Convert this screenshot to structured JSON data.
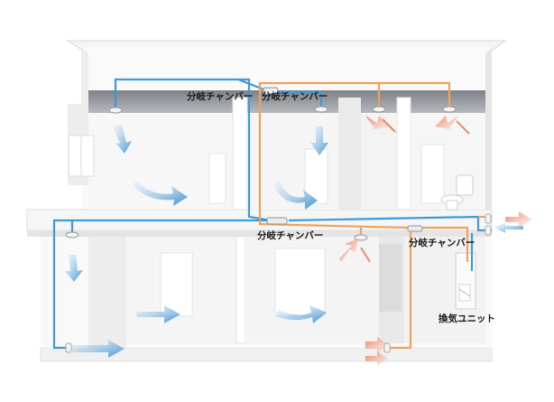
{
  "labels": {
    "chamber_upper_left": "分岐チャンバー",
    "chamber_upper_right": "分岐チャンバー",
    "chamber_lower_left": "分岐チャンバー",
    "chamber_lower_right": "分岐チャンバー",
    "ventilation_unit": "換気ユニット"
  },
  "colors": {
    "supply_duct": "#3e9ad8",
    "exhaust_duct": "#f0a25a",
    "supply_arrow": "#3d8fd0",
    "exhaust_arrow": "#ec8a6a",
    "wall": "#f2f2f2",
    "ceiling": "#8f9297",
    "floor": "#ffffff"
  },
  "icons": [
    "supply-flow-arrow",
    "exhaust-flow-arrow",
    "ceiling-diffuser-icon",
    "toilet-icon"
  ]
}
